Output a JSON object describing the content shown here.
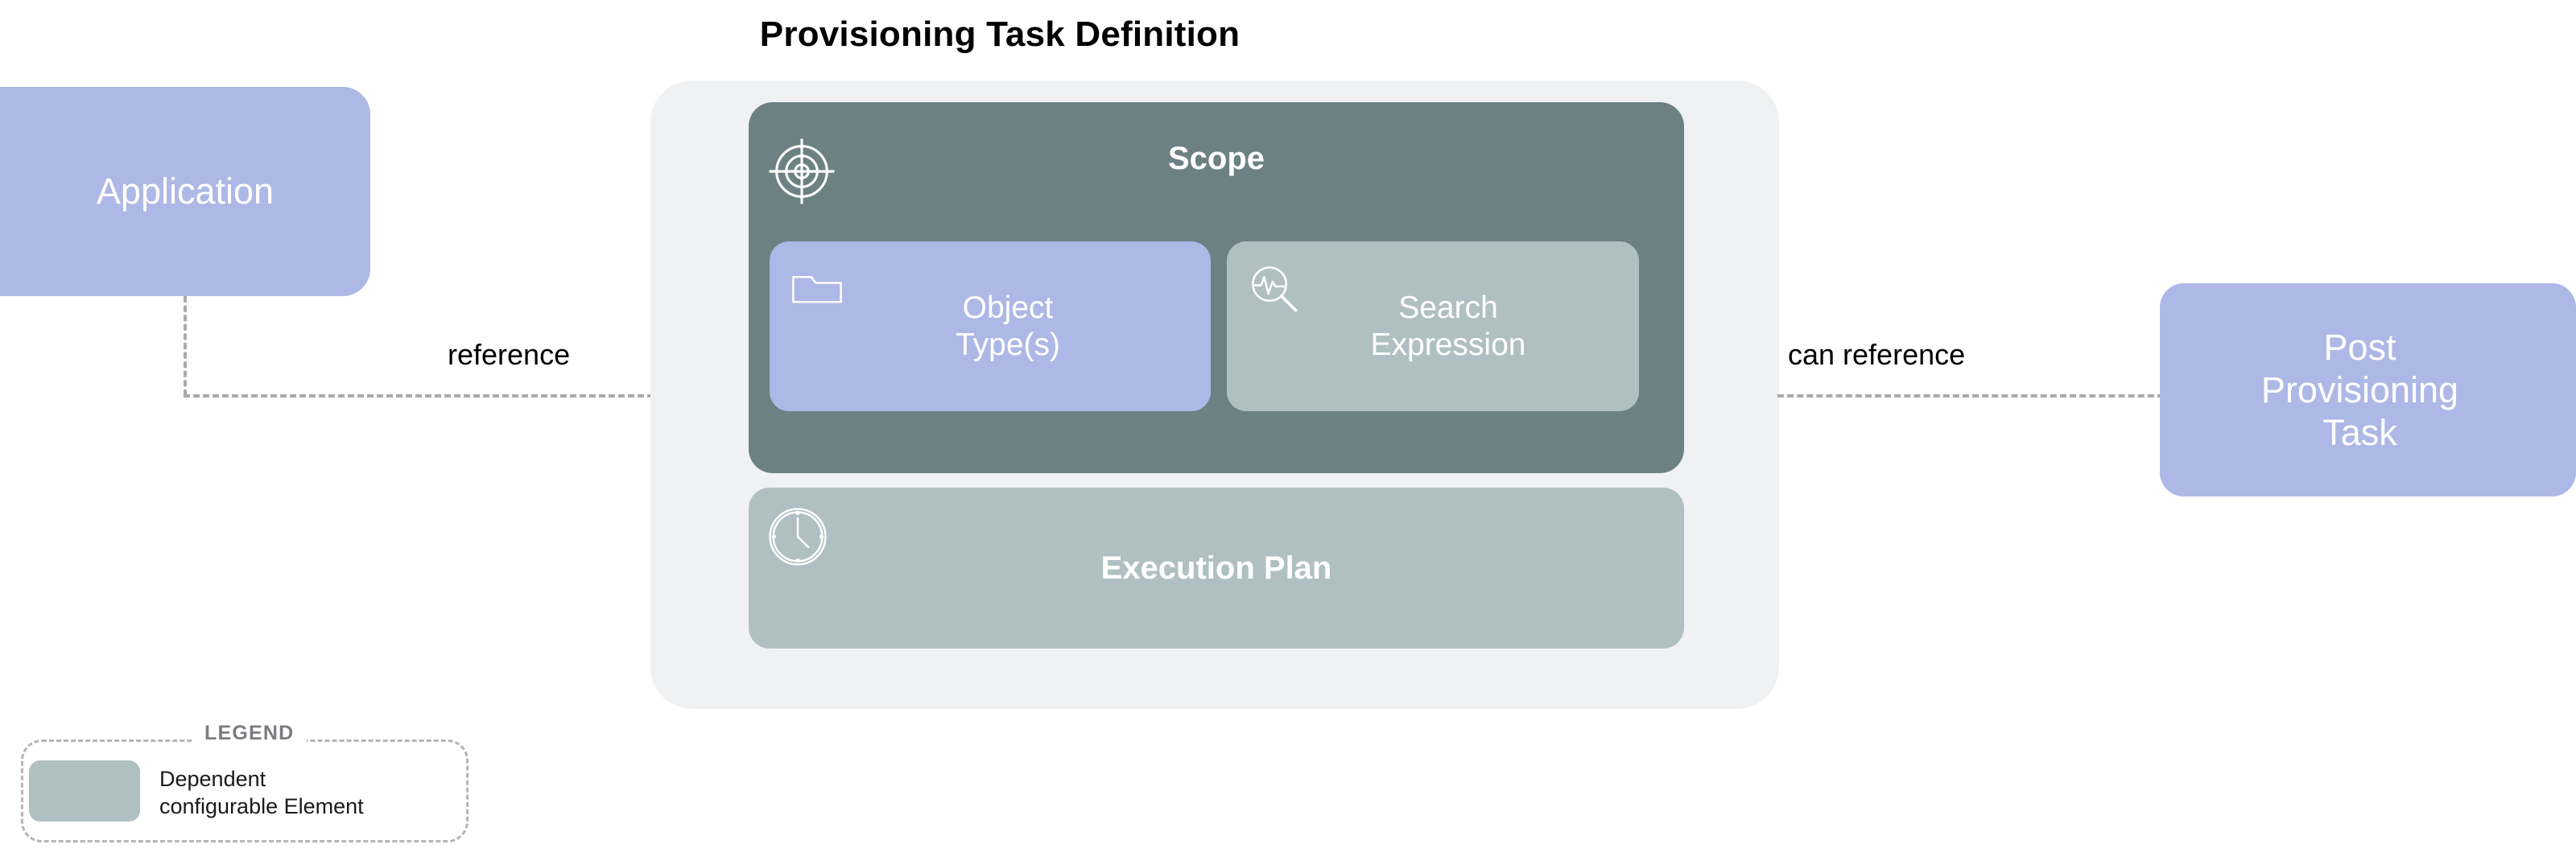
{
  "title": "Provisioning Task Definition",
  "nodes": {
    "application": {
      "label": "Application"
    },
    "post_provisioning_task": {
      "label": "Post\nProvisioning\nTask"
    },
    "scope": {
      "label": "Scope",
      "icon": "target-crosshair-icon"
    },
    "object_types": {
      "label": "Object\nType(s)",
      "icon": "folder-icon"
    },
    "search_expression": {
      "label": "Search\nExpression",
      "icon": "search-pulse-icon"
    },
    "execution_plan": {
      "label": "Execution Plan",
      "icon": "clock-icon"
    }
  },
  "connectors": {
    "application_to_scope": {
      "label": "reference"
    },
    "scope_to_post_task": {
      "label": "can reference"
    }
  },
  "legend": {
    "title": "LEGEND",
    "items": [
      {
        "label": "Dependent\nconfigurable Element",
        "swatch": "#b0c0c2"
      }
    ]
  },
  "colors": {
    "periwinkle": "#aeb8e6",
    "sage": "#b0c0c2",
    "slate": "#6d8184",
    "container_gray": "#f0f1f3",
    "connector_gray": "#a8aaad",
    "legend_gray": "#7a7c80"
  }
}
